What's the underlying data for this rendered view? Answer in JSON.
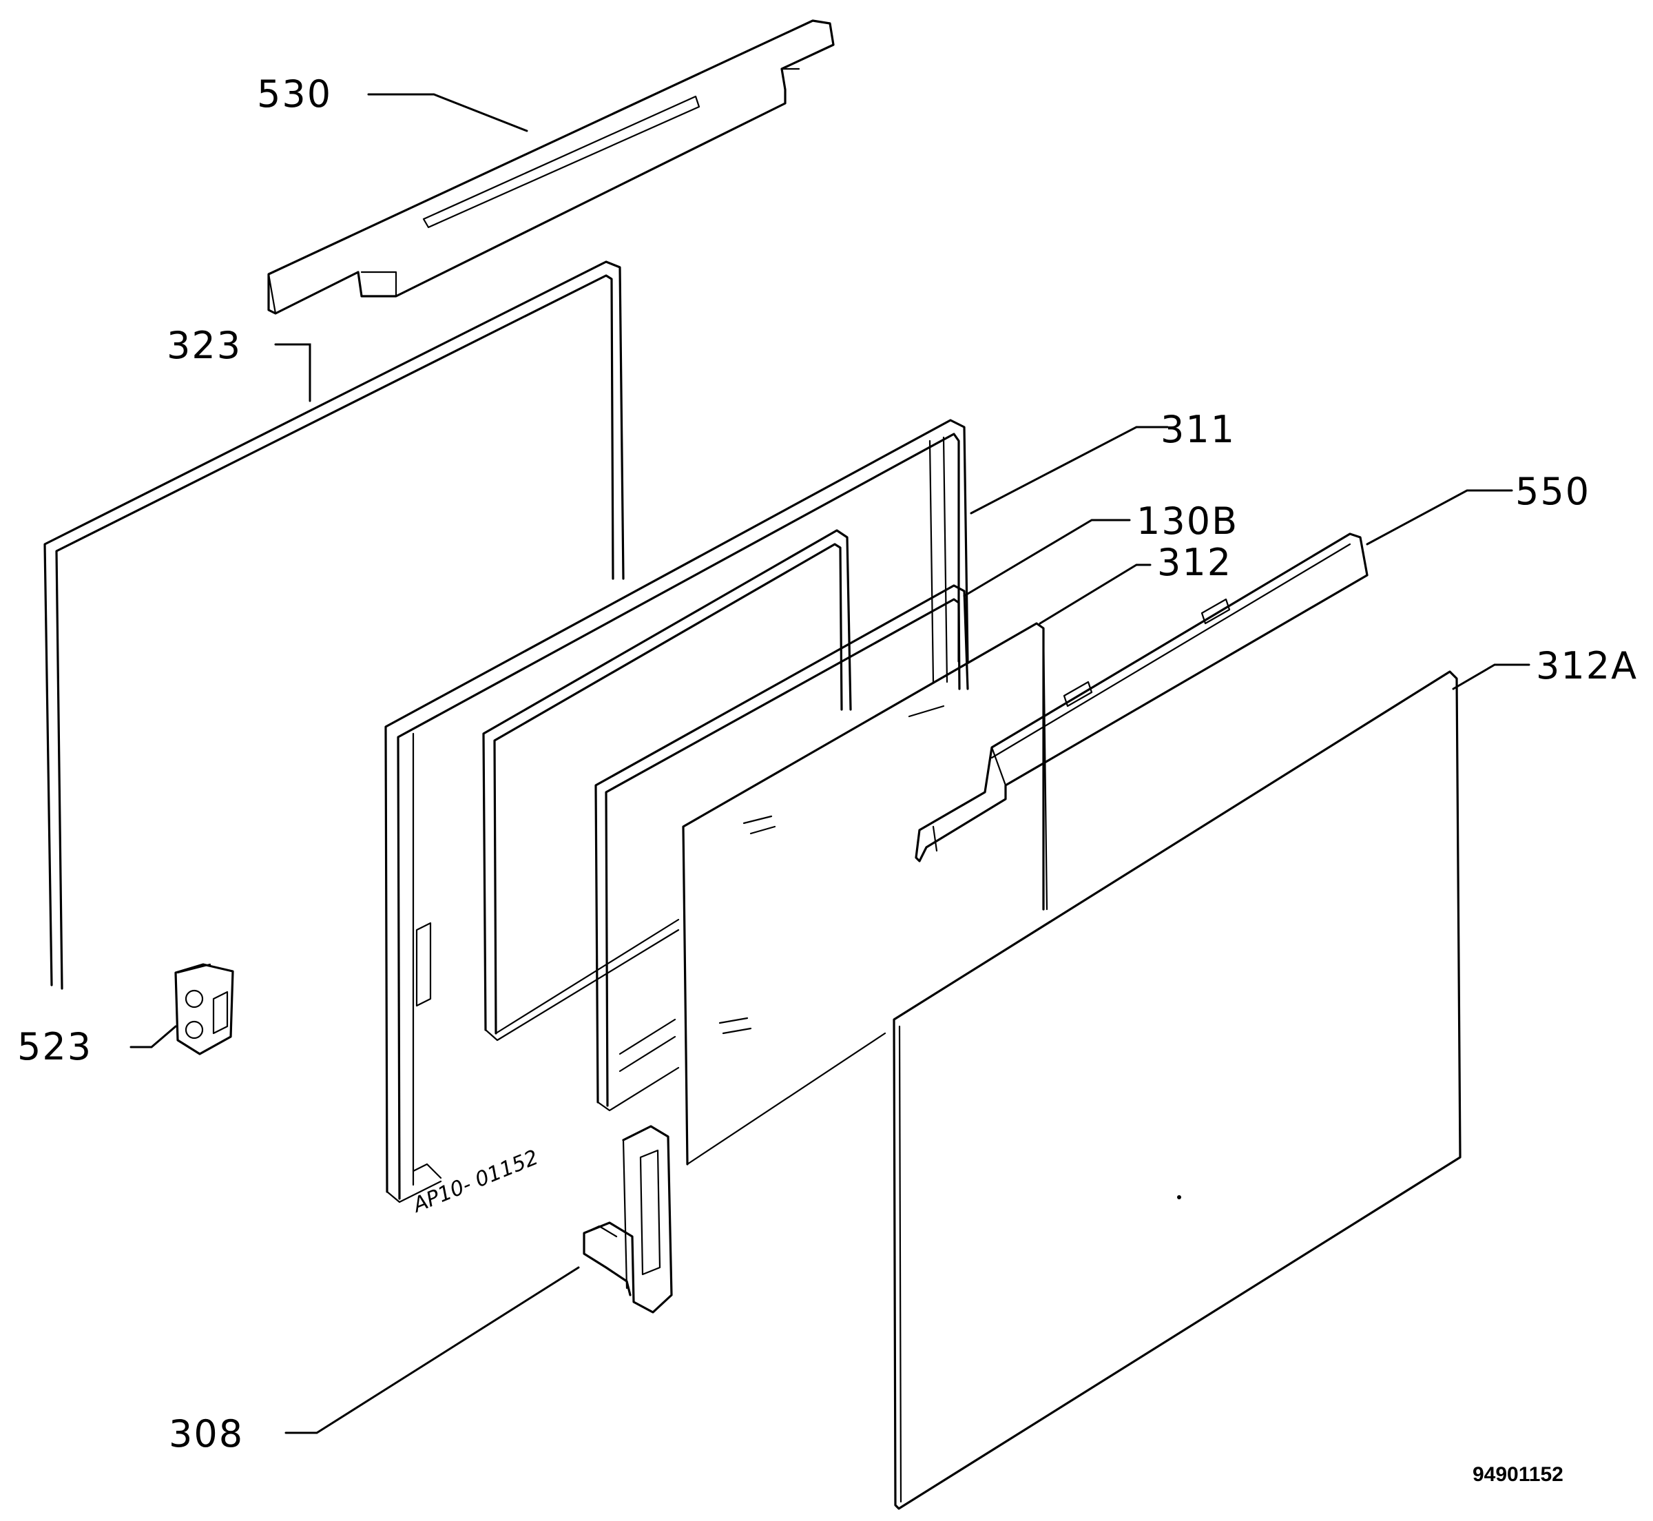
{
  "diagram": {
    "labels": {
      "p530": "530",
      "p323": "323",
      "p311": "311",
      "p130b": "130B",
      "p312": "312",
      "p550": "550",
      "p312a": "312A",
      "p523": "523",
      "p308": "308"
    },
    "handwritten_note": "AP10- 01152",
    "document_number": "94901152"
  }
}
